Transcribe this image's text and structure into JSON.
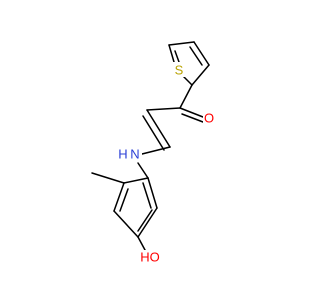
{
  "molecule": {
    "atoms": {
      "sulfur": {
        "label": "S",
        "color": "#b8a200"
      },
      "oxygen_carbonyl": {
        "label": "O",
        "color": "#ff0000"
      },
      "amine": {
        "label": "H N",
        "color": "#2b3fd6"
      },
      "hydroxyl": {
        "label": "HO",
        "color": "#ff0000"
      }
    },
    "bond_color": "#000000"
  }
}
